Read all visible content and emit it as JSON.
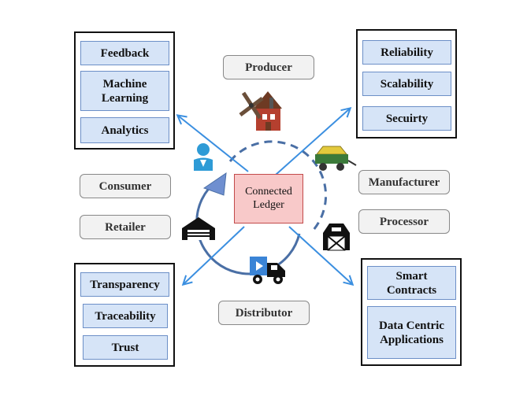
{
  "center": {
    "label": "Connected\nLedger"
  },
  "groups": {
    "top_left": [
      "Feedback",
      "Machine\nLearning",
      "Analytics"
    ],
    "top_right": [
      "Reliability",
      "Scalability",
      "Secuirty"
    ],
    "bottom_left": [
      "Transparency",
      "Traceability",
      "Trust"
    ],
    "bottom_right": [
      "Smart\nContracts",
      "Data Centric\nApplications"
    ]
  },
  "roles": {
    "producer": "Producer",
    "consumer": "Consumer",
    "retailer": "Retailer",
    "manufacturer": "Manufacturer",
    "processor": "Processor",
    "distributor": "Distributor"
  },
  "icons": [
    "windmill-farmhouse-icon",
    "person-icon",
    "tractor-trailer-icon",
    "warehouse-icon",
    "barn-icon",
    "delivery-truck-icon"
  ],
  "colors": {
    "arrow": "#3b8fe0",
    "circle": "#4a6fa5",
    "feature_fill": "#d6e4f7",
    "center_fill": "#f8c9c9"
  }
}
